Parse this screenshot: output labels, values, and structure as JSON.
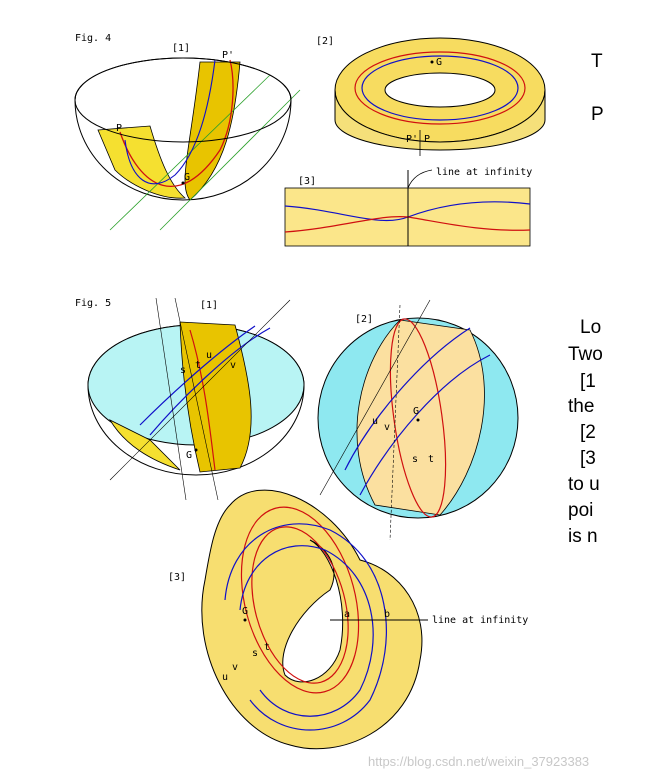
{
  "colors": {
    "band": "#f5d020",
    "band_light": "#fbe99a",
    "cyan": "#b8f4f4",
    "red": "#d01010",
    "blue": "#1010c8",
    "green": "#2aa02a"
  },
  "fig4": {
    "title": "Fig. 4",
    "label1": "[1]",
    "label2": "[2]",
    "label3": "[3]",
    "p": "P",
    "p_prime": "P'",
    "g": "G",
    "p_prime_2": "P'",
    "p_2": "P",
    "g_2": "G",
    "line_at_infinity": "line at infinity"
  },
  "fig5": {
    "title": "Fig. 5",
    "label1": "[1]",
    "label2": "[2]",
    "label3": "[3]",
    "s": "s",
    "t": "t",
    "u": "u",
    "v": "v",
    "g": "G",
    "a": "a",
    "b": "b",
    "line_at_infinity": "line at infinity"
  },
  "side_text": {
    "t4_1": "T",
    "t4_2": "P",
    "l1": "Lo",
    "l2": "Two",
    "l3": "[1",
    "l4": "the",
    "l5": "[2",
    "l6": "[3",
    "l7": "to u",
    "l8": "poi",
    "l9": "is n"
  },
  "watermark": "https://blog.csdn.net/weixin_37923383"
}
